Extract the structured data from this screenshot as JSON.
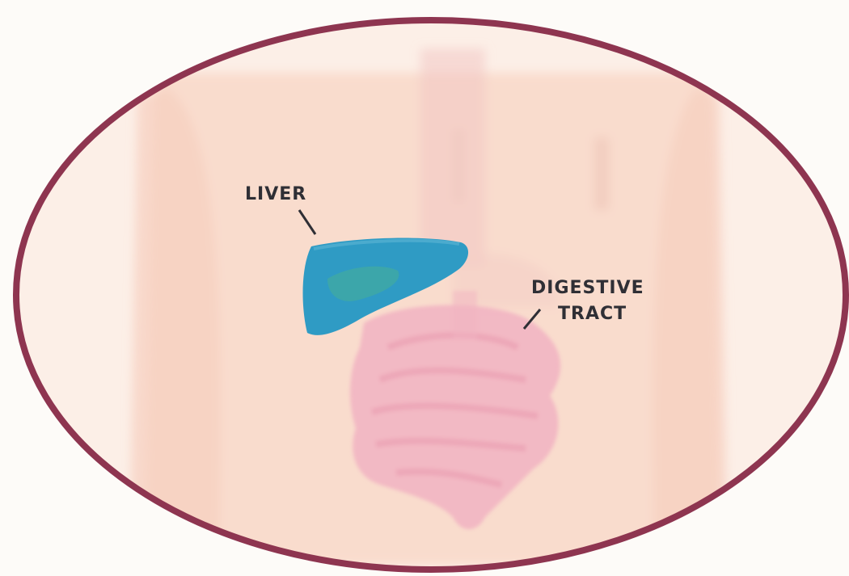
{
  "labels": {
    "liver": "LIVER",
    "digestive_line1": "DIGESTIVE",
    "digestive_line2": "TRACT"
  },
  "colors": {
    "frame": "#8e3550",
    "skin": "#f9dccd",
    "torso_shade": "#f6cfbf",
    "liver": "#2f9bc4",
    "liver_highlight": "#3ea8a6",
    "intestine": "#f1b3c2",
    "label_text": "#2f2f35"
  }
}
